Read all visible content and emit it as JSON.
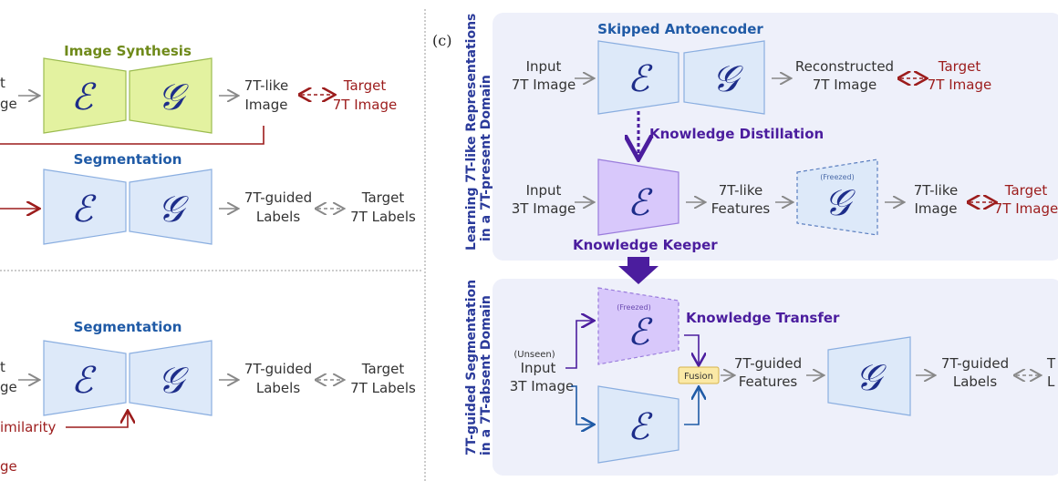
{
  "left": {
    "top": {
      "input_frag": [
        "t",
        "ge"
      ],
      "title": "Image Synthesis",
      "enc": "ℰ",
      "gen": "𝒢",
      "output": [
        "7T-like",
        "Image"
      ],
      "target": [
        "Target",
        "7T Image"
      ]
    },
    "mid": {
      "title": "Segmentation",
      "enc": "ℰ",
      "gen": "𝒢",
      "output": [
        "7T-guided",
        "Labels"
      ],
      "target": [
        "Target",
        "7T Labels"
      ]
    },
    "bottom": {
      "input_frag": [
        "t",
        "ge"
      ],
      "title": "Segmentation",
      "enc": "ℰ",
      "gen": "𝒢",
      "output": [
        "7T-guided",
        "Labels"
      ],
      "target": [
        "Target",
        "7T Labels"
      ],
      "similarity_frag": "imilarity",
      "image_frag": "ge"
    }
  },
  "right": {
    "panel_label": "(c)",
    "side_top": [
      "Learning 7T-like Representations",
      "in a 7T-present Domain"
    ],
    "side_bottom": [
      "7T-guided Segmentation",
      "in a 7T-absent Domain"
    ],
    "ae_title": "Skipped Antoencoder",
    "ae_input": [
      "Input",
      "7T Image"
    ],
    "ae_output": [
      "Reconstructed",
      "7T Image"
    ],
    "ae_target": [
      "Target",
      "7T Image"
    ],
    "kd_label": "Knowledge Distillation",
    "kk_input": [
      "Input",
      "3T Image"
    ],
    "kk_features": [
      "7T-like",
      "Features"
    ],
    "kk_output": [
      "7T-like",
      "Image"
    ],
    "kk_target": [
      "Target",
      "7T Image"
    ],
    "freezed": "(Freezed)",
    "kk_label": "Knowledge Keeper",
    "kt_label": "Knowledge Transfer",
    "unseen": "(Unseen)",
    "seg_input": [
      "Input",
      "3T Image"
    ],
    "fusion": "Fusion",
    "seg_features": [
      "7T-guided",
      "Features"
    ],
    "seg_output": [
      "7T-guided",
      "Labels"
    ],
    "seg_target_frag": [
      "T",
      "L"
    ]
  },
  "colors": {
    "red": "#9c1c1c",
    "blue": "#1f5aa6",
    "purple": "#4b1d9e",
    "olive": "#6f8a1a"
  }
}
